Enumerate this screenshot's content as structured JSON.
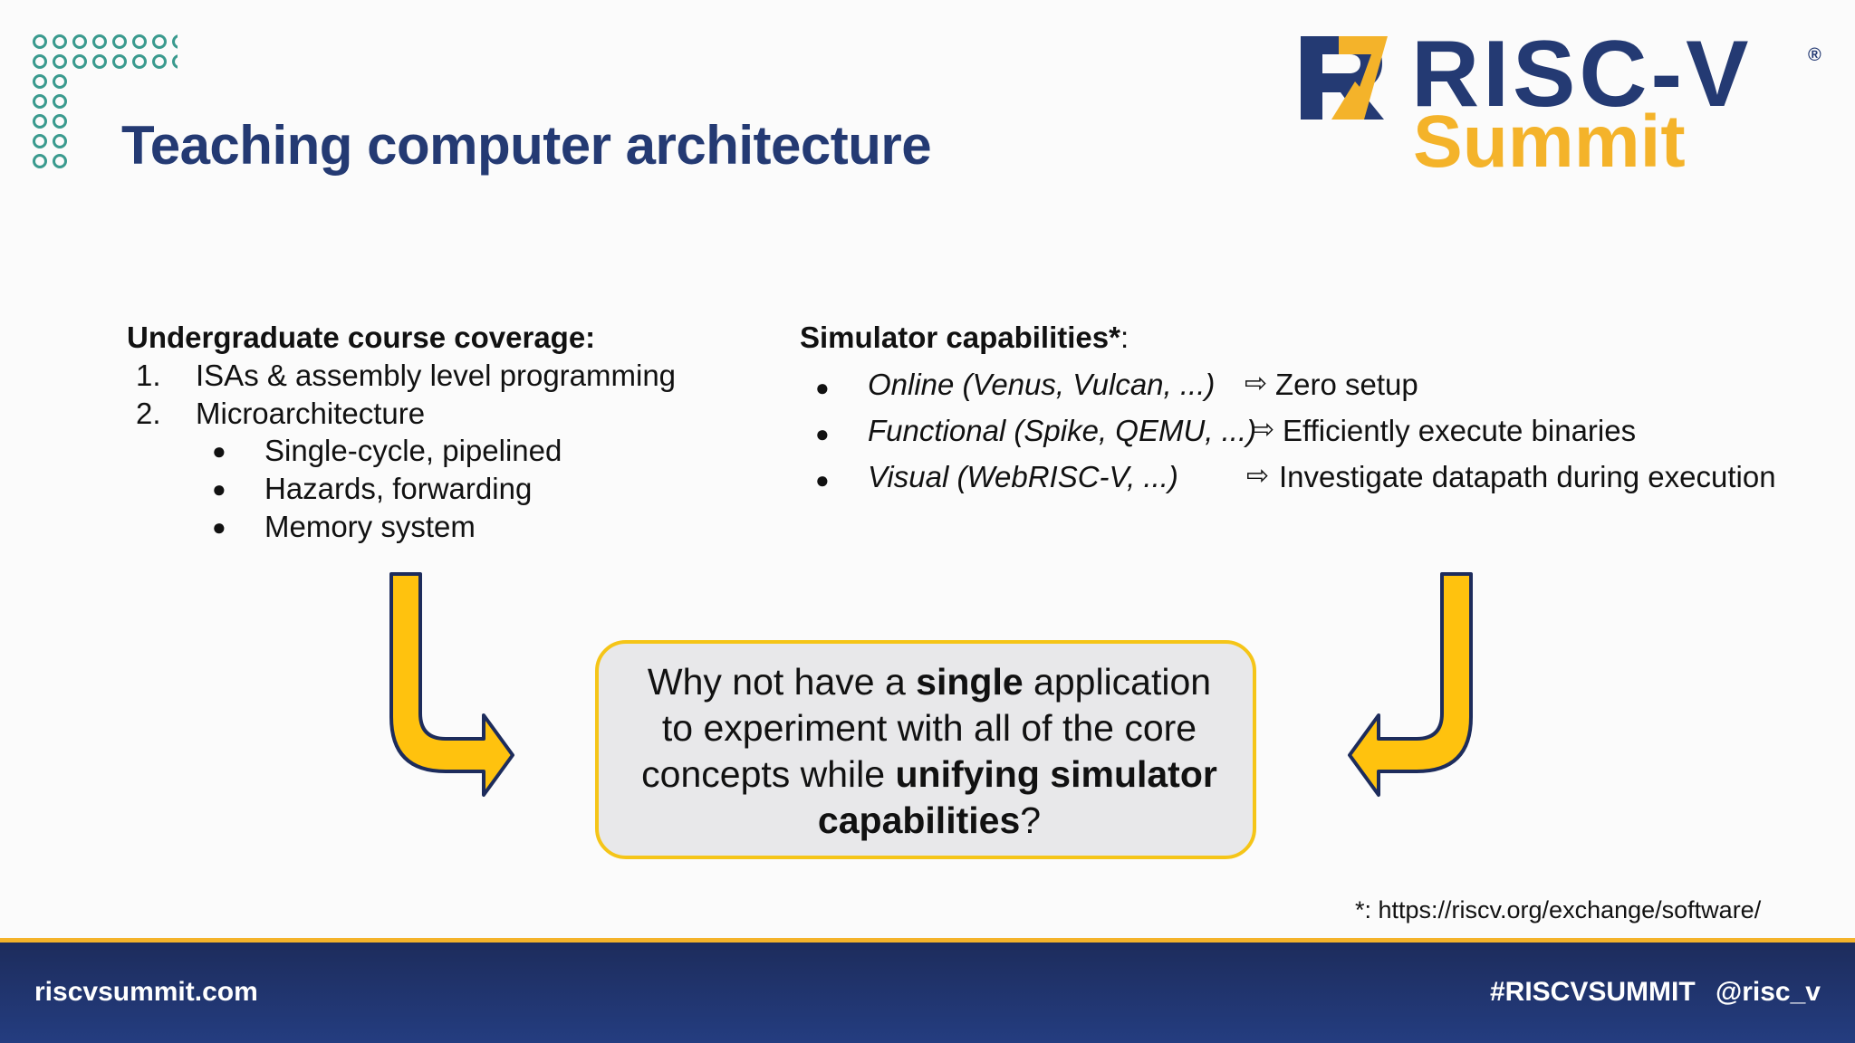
{
  "slide": {
    "title": "Teaching computer architecture",
    "logo": {
      "wordmark": "RISC-V",
      "registered": "®",
      "subtitle": "Summit"
    },
    "left": {
      "heading": "Undergraduate course coverage:",
      "items": [
        {
          "number": "1.",
          "label": "ISAs & assembly level programming"
        },
        {
          "number": "2.",
          "label": "Microarchitecture"
        }
      ],
      "subitems": [
        "Single-cycle, pipelined",
        "Hazards, forwarding",
        "Memory system"
      ],
      "bullet": "●"
    },
    "right": {
      "heading": "Simulator capabilities*",
      "heading_suffix": ":",
      "capabilities": [
        {
          "name": "Online (Venus, Vulcan, ...)",
          "result": "Zero setup"
        },
        {
          "name": "Functional (Spike, QEMU, ...)",
          "result": "Efficiently execute binaries"
        },
        {
          "name": "Visual (WebRISC-V, ...)",
          "result": "Investigate datapath during execution"
        }
      ],
      "arrow_glyph": "⇨",
      "bullet": "●"
    },
    "question": {
      "line1_a": "Why not have a ",
      "line1_b": "single",
      "line1_c": " application",
      "line2": "to experiment with all of the core",
      "line3_a": "concepts while ",
      "line3_b": "unifying simulator",
      "line4_a": "capabilities",
      "line4_b": "?"
    },
    "footnote": "*: https://riscv.org/exchange/software/",
    "footer": {
      "left": "riscvsummit.com",
      "right": "#RISCVSUMMIT @risc_v"
    },
    "colors": {
      "navy": "#243a73",
      "gold": "#f4b32a",
      "teal": "#3a9a8e",
      "arrow_fill": "#ffc20e",
      "box_border": "#f5c518",
      "box_fill": "#e8e8ea"
    }
  }
}
